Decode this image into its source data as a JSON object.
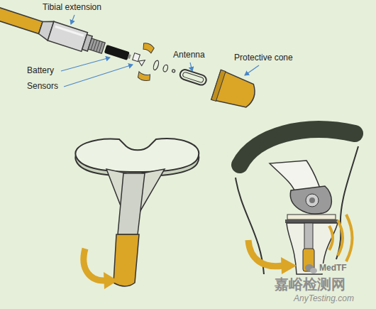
{
  "diagram": {
    "labels": [
      "Tibial extension",
      "Battery",
      "Sensors",
      "Antenna",
      "Protective cone",
      "MedTF",
      "嘉峪检测网",
      "AnyTesting.com"
    ]
  }
}
